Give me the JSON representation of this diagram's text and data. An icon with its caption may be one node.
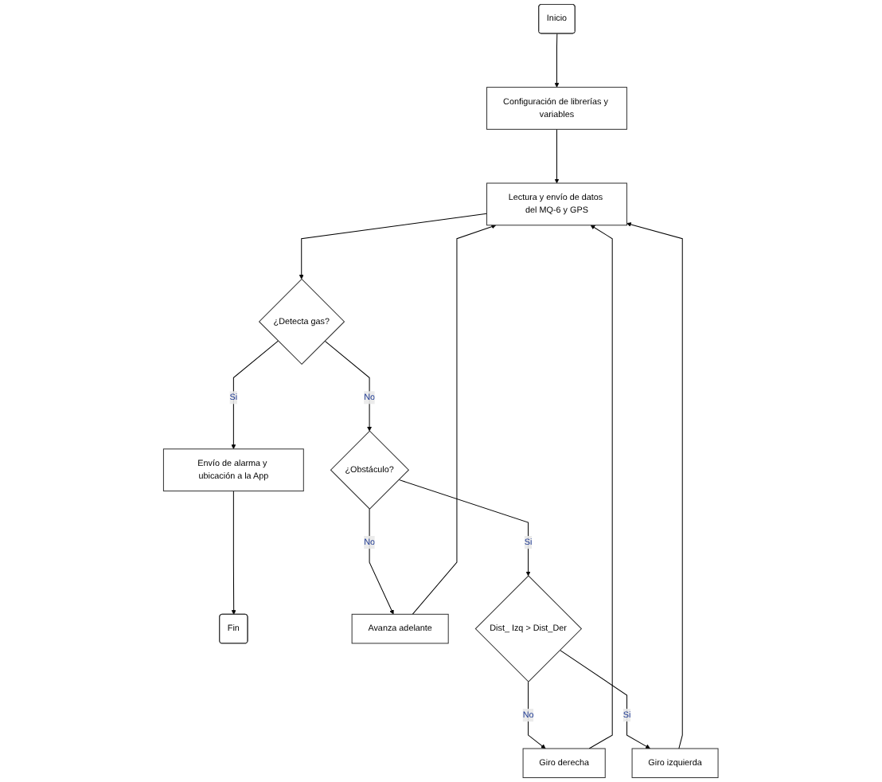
{
  "diagram": {
    "nodes": [
      {
        "text": [
          "Inicio"
        ]
      },
      {
        "text": [
          "Configuración de librerías y variables"
        ]
      },
      {
        "text": [
          "Lectura y envío de datos del MQ-6 y GPS"
        ]
      },
      {
        "text": [
          "¿Detecta gas?"
        ]
      },
      {
        "text": [
          "Envío de alarma y ubicación a la App"
        ]
      },
      {
        "text": [
          "Fin"
        ]
      },
      {
        "text": [
          "¿Obstáculo?"
        ]
      },
      {
        "text": [
          "Avanza adelante"
        ]
      },
      {
        "text": [
          "Dist_ Izq > Dist_Der"
        ]
      },
      {
        "text": [
          "Giro derecha"
        ]
      },
      {
        "text": [
          "Giro izquierda"
        ]
      }
    ],
    "edges": [
      {
        "from": 0,
        "to": 1,
        "arrow": "to"
      },
      {
        "from": 1,
        "to": 2,
        "arrow": "to"
      },
      {
        "from": 2,
        "to": 3,
        "arrow": "to"
      },
      {
        "from": 3,
        "to": 4,
        "arrow": "to",
        "label": "Si"
      },
      {
        "from": 4,
        "to": 5,
        "arrow": "to"
      },
      {
        "from": 3,
        "to": 6,
        "arrow": "to",
        "label": "No"
      },
      {
        "from": 6,
        "to": 7,
        "arrow": "to",
        "label": "No"
      },
      {
        "from": 6,
        "to": 8,
        "arrow": "to",
        "label": "Si"
      },
      {
        "from": 8,
        "to": 9,
        "arrow": "to",
        "label": "No"
      },
      {
        "from": 8,
        "to": 10,
        "arrow": "to",
        "label": "Si"
      },
      {
        "from": 7,
        "to": 2,
        "arrow": "to"
      },
      {
        "from": 9,
        "to": 2,
        "arrow": "to"
      },
      {
        "from": 10,
        "to": 2,
        "arrow": "to"
      }
    ]
  }
}
